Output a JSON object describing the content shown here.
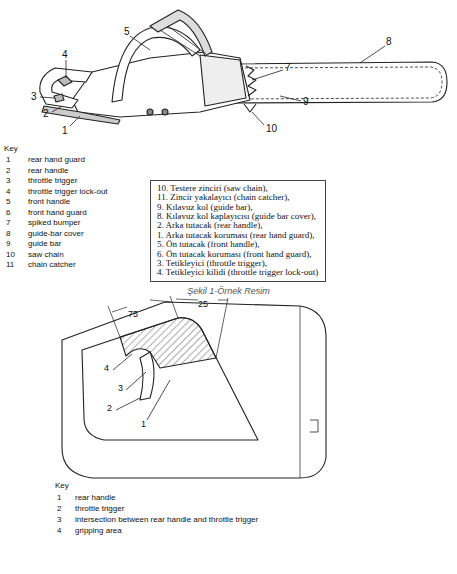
{
  "diagram": {
    "caption": "Şekil 1-Örnek Resim",
    "nodes": [
      {
        "text": [
          "10. Testere zinciri (saw chain),",
          "11. Zincir yakalayıcı (chain catcher),",
          "9. Kılavuz kol (guide bar),",
          "8. Kılavuz kol kaplayıcısı (guide bar cover),",
          "2. Arka tutacak (rear handle),",
          "1. Arka tutacak koruması (rear hand guard),",
          "5. Ön tutacak (front handle),",
          "6. Ön tutacak koruması (front hand guard),",
          "3. Tetikleyici (throttle trigger),",
          "4. Tetikleyici kilidi (throttle trigger lock-out)"
        ]
      }
    ],
    "labels": [
      "5",
      "8",
      "4",
      "7",
      "3",
      "2",
      "1",
      "9",
      "10",
      "Key",
      "1",
      "rear hand guard",
      "2",
      "rear handle",
      "3",
      "throttle trigger",
      "4",
      "throttle trigger lock-out",
      "5",
      "front handle",
      "6",
      "front hand guard",
      "7",
      "spiked bumper",
      "8",
      "guide-bar cover",
      "9",
      "guide bar",
      "10",
      "saw chain",
      "11",
      "chain catcher",
      "75",
      "25",
      "4",
      "3",
      "2",
      "1",
      "Key",
      "1",
      "rear handle",
      "2",
      "throttle trigger",
      "3",
      "intersection between rear handle and throttle trigger",
      "4",
      "gripping area"
    ]
  }
}
